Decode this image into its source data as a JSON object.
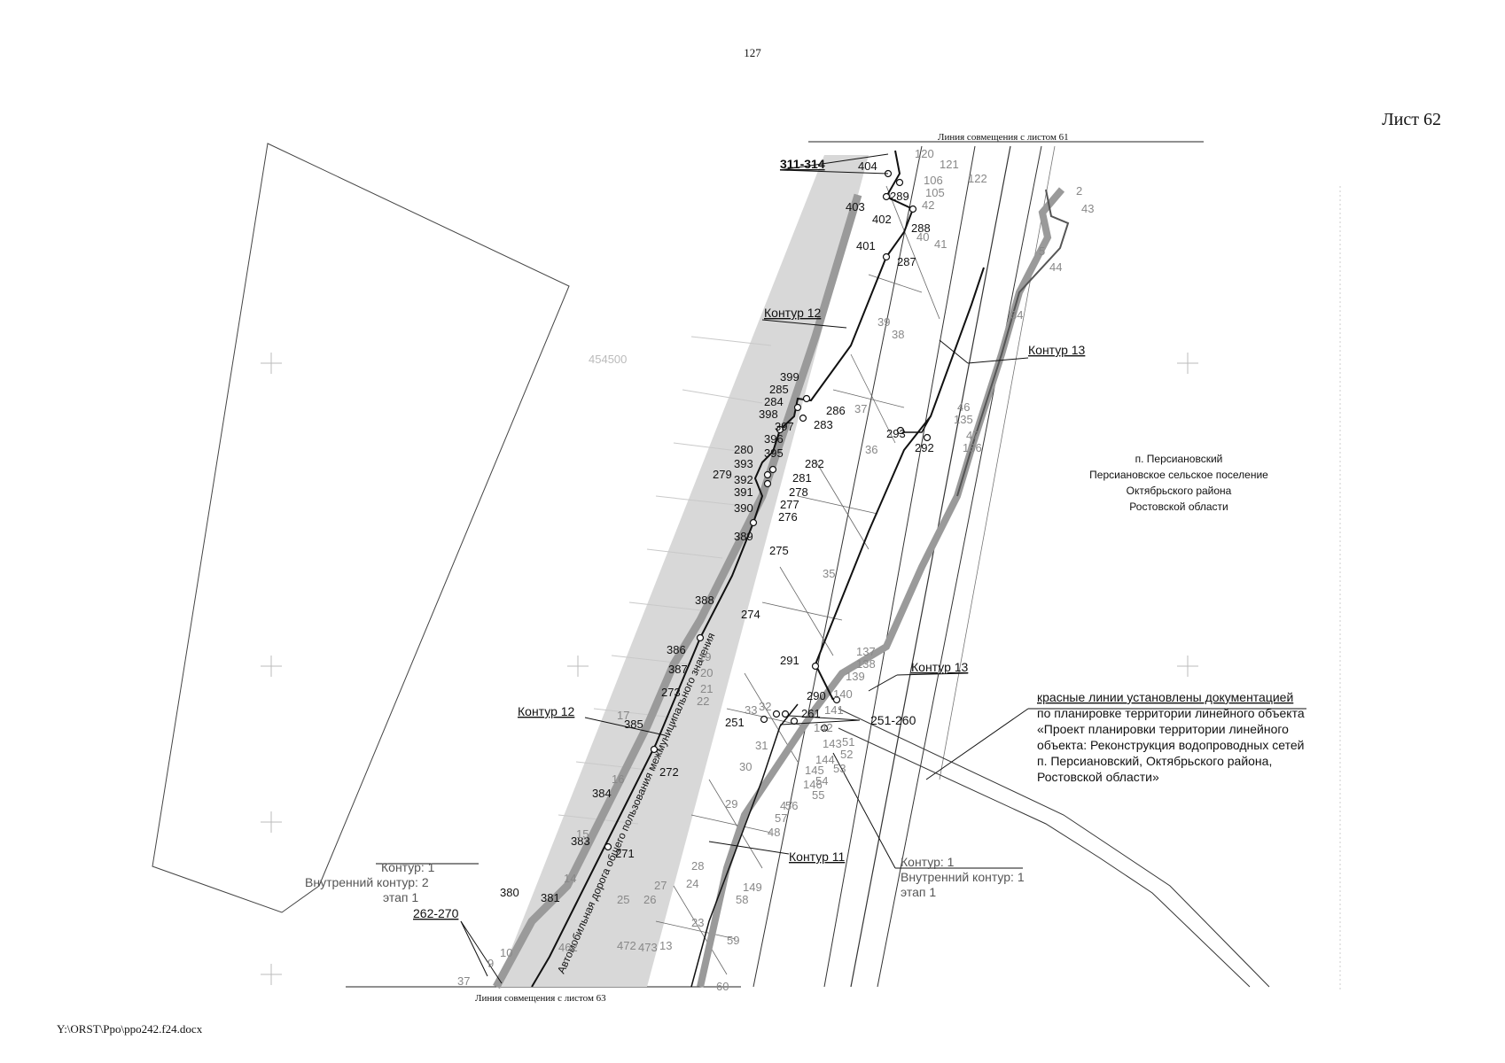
{
  "page_number": "127",
  "sheet_title": "Лист 62",
  "footer_path": "Y:\\ORST\\Ppo\\ppo242.f24.docx",
  "join_lines": {
    "top": "Линия совмещения с листом 61",
    "bottom": "Линия совмещения с листом 63"
  },
  "settlement": {
    "lines": [
      "п. Персиановский",
      "Персиановское сельское поселение",
      "Октябрьского района",
      "Ростовской области"
    ]
  },
  "road_label": "Автомобильная дорога общего пользования межмуниципального значения",
  "red_lines_note": {
    "lines": [
      "красные линии установлены документацией",
      "по планировке территории линейного объекта",
      "«Проект планировки территории линейного",
      "объекта: Реконструкция водопроводных сетей",
      "п. Персиановский, Октябрьского района,",
      "Ростовской области»"
    ]
  },
  "contour_labels": {
    "k12_upper": "Контур 12",
    "k12_lower": "Контур 12",
    "k13_upper": "Контур 13",
    "k13_lower": "Контур 13",
    "k11": "Контур 11"
  },
  "contour_blocks": {
    "left": [
      "Контур: 1",
      "Внутренний контур: 2",
      "этап 1"
    ],
    "right": [
      "Контур: 1",
      "Внутренний контур: 1",
      "этап 1"
    ]
  },
  "range_labels": {
    "r311_314": "311-314",
    "r251_260": "251-260",
    "r262_270": "262-270"
  },
  "grid_label": "454500",
  "point_labels": [
    {
      "t": "404"
    },
    {
      "t": "289"
    },
    {
      "t": "403"
    },
    {
      "t": "402"
    },
    {
      "t": "288"
    },
    {
      "t": "401"
    },
    {
      "t": "287"
    },
    {
      "t": "399"
    },
    {
      "t": "285"
    },
    {
      "t": "284"
    },
    {
      "t": "398"
    },
    {
      "t": "397"
    },
    {
      "t": "286"
    },
    {
      "t": "283"
    },
    {
      "t": "396"
    },
    {
      "t": "280"
    },
    {
      "t": "395"
    },
    {
      "t": "282"
    },
    {
      "t": "393"
    },
    {
      "t": "279"
    },
    {
      "t": "281"
    },
    {
      "t": "392"
    },
    {
      "t": "391"
    },
    {
      "t": "278"
    },
    {
      "t": "277"
    },
    {
      "t": "390"
    },
    {
      "t": "276"
    },
    {
      "t": "389"
    },
    {
      "t": "275"
    },
    {
      "t": "388"
    },
    {
      "t": "274"
    },
    {
      "t": "386"
    },
    {
      "t": "387"
    },
    {
      "t": "291"
    },
    {
      "t": "290"
    },
    {
      "t": "273"
    },
    {
      "t": "385"
    },
    {
      "t": "261"
    },
    {
      "t": "251"
    },
    {
      "t": "272"
    },
    {
      "t": "384"
    },
    {
      "t": "383"
    },
    {
      "t": "271"
    },
    {
      "t": "380"
    },
    {
      "t": "381"
    },
    {
      "t": "293"
    },
    {
      "t": "292"
    }
  ],
  "parcel_labels": [
    {
      "t": "120"
    },
    {
      "t": "121"
    },
    {
      "t": "122"
    },
    {
      "t": "106"
    },
    {
      "t": "105"
    },
    {
      "t": "42"
    },
    {
      "t": "43"
    },
    {
      "t": "40"
    },
    {
      "t": "41"
    },
    {
      "t": "44"
    },
    {
      "t": "39"
    },
    {
      "t": "38"
    },
    {
      "t": "34"
    },
    {
      "t": "37"
    },
    {
      "t": "36"
    },
    {
      "t": "46"
    },
    {
      "t": "135"
    },
    {
      "t": "47"
    },
    {
      "t": "136"
    },
    {
      "t": "35"
    },
    {
      "t": "137"
    },
    {
      "t": "138"
    },
    {
      "t": "139"
    },
    {
      "t": "140"
    },
    {
      "t": "141"
    },
    {
      "t": "142"
    },
    {
      "t": "143"
    },
    {
      "t": "51"
    },
    {
      "t": "52"
    },
    {
      "t": "144"
    },
    {
      "t": "53"
    },
    {
      "t": "145"
    },
    {
      "t": "54"
    },
    {
      "t": "146"
    },
    {
      "t": "55"
    },
    {
      "t": "56"
    },
    {
      "t": "47"
    },
    {
      "t": "57"
    },
    {
      "t": "48"
    },
    {
      "t": "149"
    },
    {
      "t": "58"
    },
    {
      "t": "59"
    },
    {
      "t": "60"
    },
    {
      "t": "33"
    },
    {
      "t": "31"
    },
    {
      "t": "30"
    },
    {
      "t": "29"
    },
    {
      "t": "28"
    },
    {
      "t": "27"
    },
    {
      "t": "26"
    },
    {
      "t": "25"
    },
    {
      "t": "19"
    },
    {
      "t": "20"
    },
    {
      "t": "21"
    },
    {
      "t": "22"
    },
    {
      "t": "17"
    },
    {
      "t": "16"
    },
    {
      "t": "15"
    },
    {
      "t": "14"
    },
    {
      "t": "13"
    },
    {
      "t": "10"
    },
    {
      "t": "9"
    },
    {
      "t": "37"
    },
    {
      "t": "462"
    },
    {
      "t": "472"
    },
    {
      "t": "473"
    },
    {
      "t": "24"
    },
    {
      "t": "23"
    },
    {
      "t": "32"
    },
    {
      "t": "2"
    },
    {
      "t": "5"
    }
  ]
}
